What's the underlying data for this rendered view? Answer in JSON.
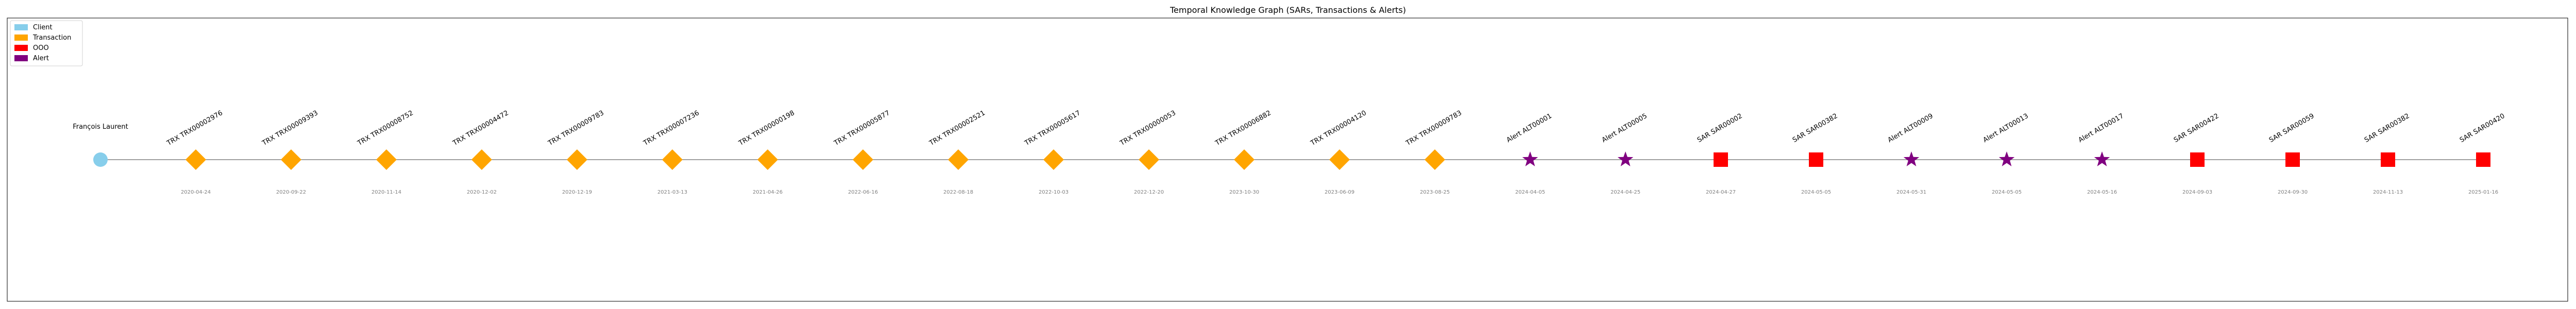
{
  "chart_data": {
    "type": "timeline",
    "title": "Temporal Knowledge Graph (SARs, Transactions & Alerts)",
    "legend_position": "top-left",
    "legend": [
      {
        "label": "Client",
        "kind": "client"
      },
      {
        "label": "Transaction",
        "kind": "transaction"
      },
      {
        "label": "OOO",
        "kind": "sar"
      },
      {
        "label": "Alert",
        "kind": "alert"
      }
    ],
    "colors": {
      "client": "#87ceeb",
      "transaction": "#ffa500",
      "sar": "#ff0000",
      "alert": "#800080",
      "edge": "#808080",
      "frame": "#000000"
    },
    "nodes": [
      {
        "label": "François Laurent",
        "kind": "client",
        "date": ""
      },
      {
        "label": "TRX TRX00002976",
        "kind": "transaction",
        "date": "2020-04-24"
      },
      {
        "label": "TRX TRX00009393",
        "kind": "transaction",
        "date": "2020-09-22"
      },
      {
        "label": "TRX TRX00008752",
        "kind": "transaction",
        "date": "2020-11-14"
      },
      {
        "label": "TRX TRX00004472",
        "kind": "transaction",
        "date": "2020-12-02"
      },
      {
        "label": "TRX TRX00009783",
        "kind": "transaction",
        "date": "2020-12-19"
      },
      {
        "label": "TRX TRX00007236",
        "kind": "transaction",
        "date": "2021-03-13"
      },
      {
        "label": "TRX TRX00000198",
        "kind": "transaction",
        "date": "2021-04-26"
      },
      {
        "label": "TRX TRX00005877",
        "kind": "transaction",
        "date": "2022-06-16"
      },
      {
        "label": "TRX TRX00002521",
        "kind": "transaction",
        "date": "2022-08-18"
      },
      {
        "label": "TRX TRX00005617",
        "kind": "transaction",
        "date": "2022-10-03"
      },
      {
        "label": "TRX TRX00000053",
        "kind": "transaction",
        "date": "2022-12-20"
      },
      {
        "label": "TRX TRX00006882",
        "kind": "transaction",
        "date": "2023-10-30"
      },
      {
        "label": "TRX TRX00004120",
        "kind": "transaction",
        "date": "2023-06-09"
      },
      {
        "label": "TRX TRX00009783",
        "kind": "transaction",
        "date": "2023-08-25"
      },
      {
        "label": "Alert ALT00001",
        "kind": "alert",
        "date": "2024-04-05"
      },
      {
        "label": "Alert ALT00005",
        "kind": "alert",
        "date": "2024-04-25"
      },
      {
        "label": "SAR SAR00002",
        "kind": "sar",
        "date": "2024-04-27"
      },
      {
        "label": "SAR SAR00382",
        "kind": "sar",
        "date": "2024-05-05"
      },
      {
        "label": "Alert ALT00009",
        "kind": "alert",
        "date": "2024-05-31"
      },
      {
        "label": "Alert ALT00013",
        "kind": "alert",
        "date": "2024-05-05"
      },
      {
        "label": "Alert ALT00017",
        "kind": "alert",
        "date": "2024-05-16"
      },
      {
        "label": "SAR SAR00422",
        "kind": "sar",
        "date": "2024-09-03"
      },
      {
        "label": "SAR SAR00059",
        "kind": "sar",
        "date": "2024-09-30"
      },
      {
        "label": "SAR SAR00382",
        "kind": "sar",
        "date": "2024-11-13"
      },
      {
        "label": "SAR SAR00420",
        "kind": "sar",
        "date": "2025-01-16"
      }
    ]
  }
}
